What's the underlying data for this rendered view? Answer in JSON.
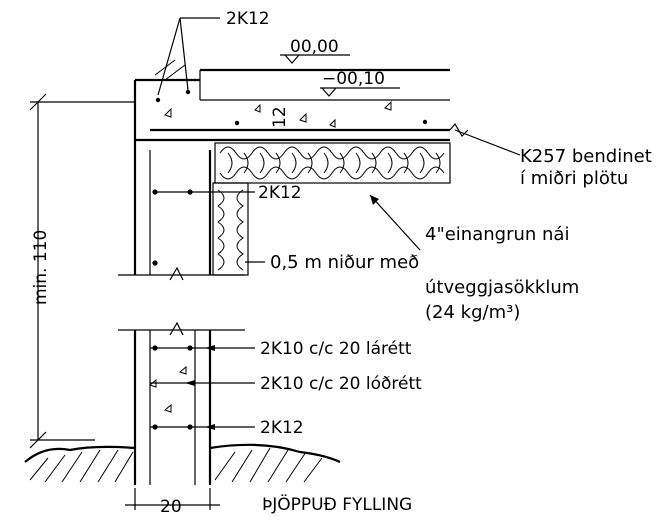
{
  "labels": {
    "top_rebar": "2K12",
    "level_top": "00,00",
    "level_slab": "−00,10",
    "dim_slab": "12",
    "mesh_line1": "K257 bendinet",
    "mesh_line2": "í miðri plötu",
    "corner_rebar": "2K12",
    "insulation_line1": "4\"einangrun nái",
    "insulation_line2": "0,5 m niður með",
    "insulation_line3": "útveggjasökklum",
    "insulation_line4": "(24 kg/m³)",
    "horiz_rebar": "2K10 c/c 20 lárétt",
    "vert_rebar": "2K10 c/c 20 lóðrétt",
    "bottom_rebar": "2K12",
    "fill": "ÞJÖPPUÐ FYLLING",
    "dim_height": "min. 110",
    "dim_width": "20"
  }
}
